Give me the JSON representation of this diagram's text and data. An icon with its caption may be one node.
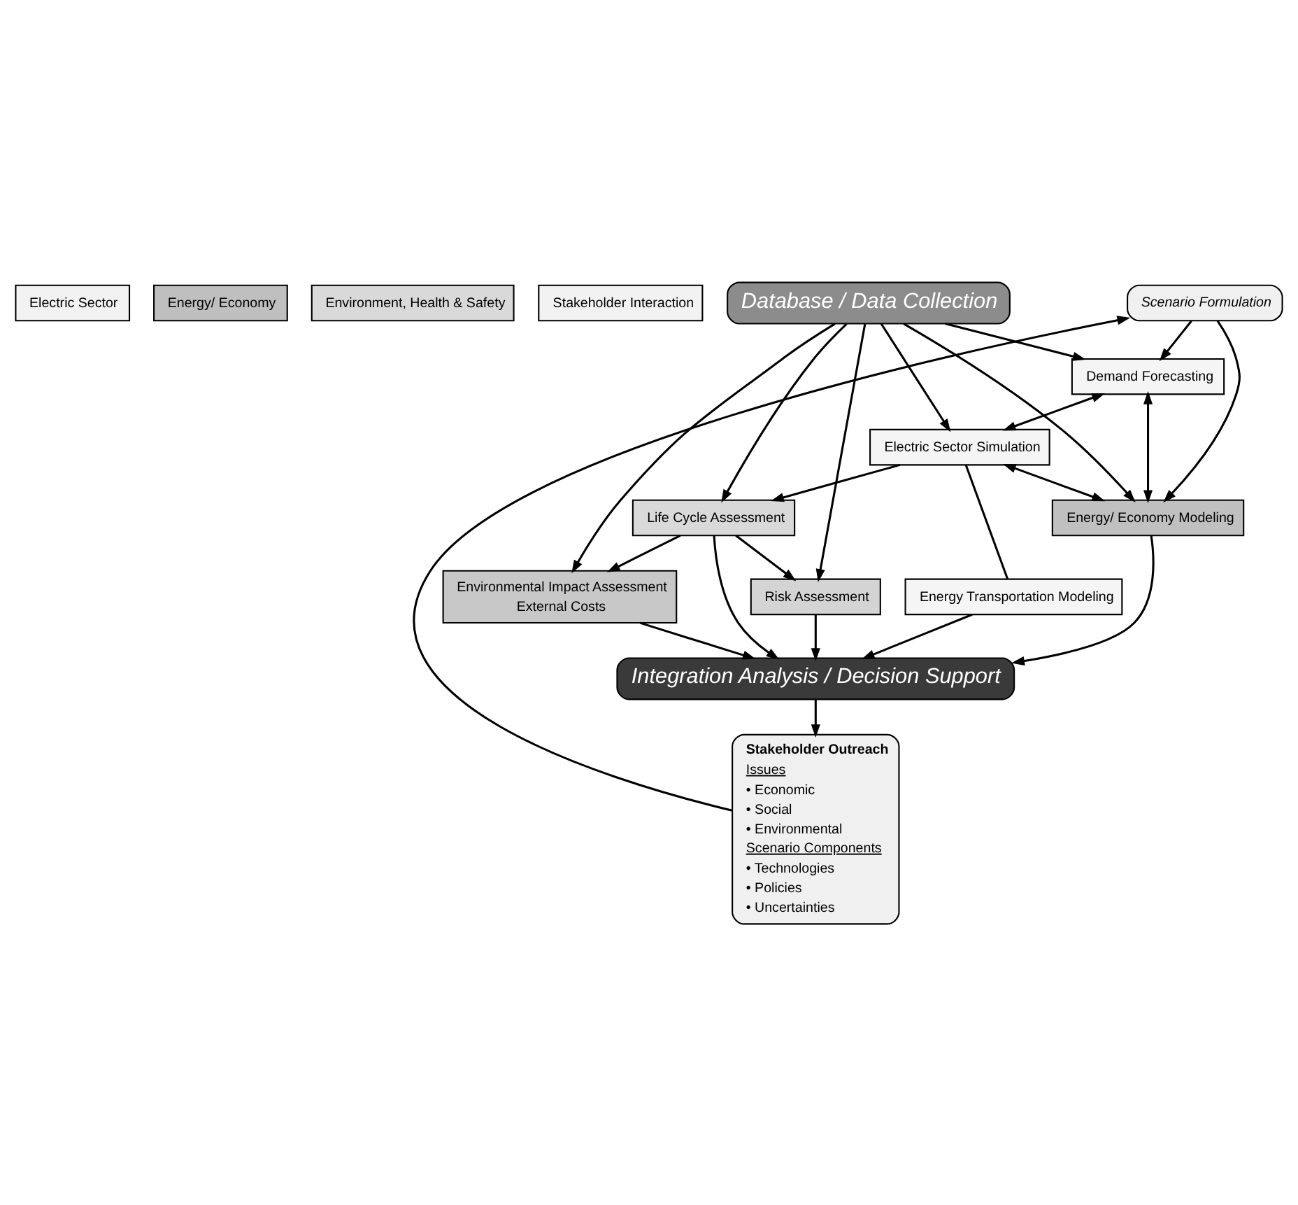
{
  "diagram": {
    "nodes": [
      {
        "text": [
          "Electric Sector"
        ]
      },
      {
        "text": [
          "Energy/ Economy"
        ]
      },
      {
        "text": [
          "Environment, Health & Safety"
        ]
      },
      {
        "text": [
          "Stakeholder Interaction"
        ]
      },
      {
        "text": [
          "Database / Data Collection"
        ]
      },
      {
        "text": [
          "Scenario Formulation"
        ]
      },
      {
        "text": [
          "Demand Forecasting"
        ]
      },
      {
        "text": [
          "Energy/ Economy Modeling"
        ]
      },
      {
        "text": [
          "Electric Sector Simulation"
        ]
      },
      {
        "text": [
          "Life Cycle Assessment"
        ]
      },
      {
        "text": [
          "Stakeholder Outreach",
          "Issues",
          "• Economic",
          "• Social",
          "• Environmental",
          "Scenario Components",
          "• Technologies",
          "• Policies",
          "• Uncertainties"
        ]
      },
      {
        "text": [
          "Energy Transportation Modeling"
        ]
      },
      {
        "text": [
          "Environmental Impact Assessment",
          "External Costs"
        ]
      },
      {
        "text": [
          "Risk Assessment"
        ]
      },
      {
        "text": [
          "Integration Analysis / Decision Support"
        ]
      }
    ],
    "edges": [
      {
        "from": 4,
        "to": 6,
        "arrow": "to"
      },
      {
        "from": 4,
        "to": 8,
        "arrow": "to"
      },
      {
        "from": 4,
        "to": 7,
        "arrow": "to"
      },
      {
        "from": 4,
        "to": 9,
        "arrow": "to"
      },
      {
        "from": 4,
        "to": 12,
        "arrow": "to"
      },
      {
        "from": 4,
        "to": 13,
        "arrow": "to"
      },
      {
        "from": 5,
        "to": 6,
        "arrow": "to"
      },
      {
        "from": 5,
        "to": 7,
        "arrow": "to"
      },
      {
        "from": 10,
        "to": 5,
        "arrow": "to"
      },
      {
        "from": 6,
        "to": 8,
        "arrow": "both"
      },
      {
        "from": 6,
        "to": 7,
        "arrow": "both"
      },
      {
        "from": 8,
        "to": 7,
        "arrow": "both"
      },
      {
        "from": 8,
        "to": 9,
        "arrow": "to"
      },
      {
        "from": 8,
        "to": 11,
        "arrow": "none"
      },
      {
        "from": 9,
        "to": 12,
        "arrow": "to"
      },
      {
        "from": 9,
        "to": 13,
        "arrow": "to"
      },
      {
        "from": 7,
        "to": 14,
        "arrow": "to"
      },
      {
        "from": 9,
        "to": 14,
        "arrow": "to"
      },
      {
        "from": 12,
        "to": 14,
        "arrow": "to"
      },
      {
        "from": 11,
        "to": 14,
        "arrow": "to"
      },
      {
        "from": 13,
        "to": 14,
        "arrow": "to"
      },
      {
        "from": 14,
        "to": 10,
        "arrow": "to"
      }
    ]
  }
}
